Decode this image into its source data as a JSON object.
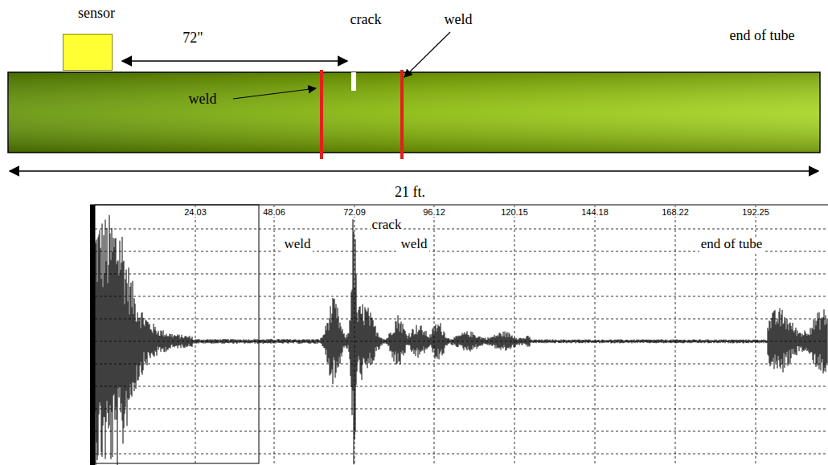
{
  "diagram": {
    "nodes": [
      {
        "text": [
          "sensor"
        ]
      }
    ],
    "labels": [
      "72\"",
      "crack",
      "weld",
      "weld",
      "end of tube",
      "21 ft.",
      "24.03",
      "48.06",
      "72.09",
      "96.12",
      "120.15",
      "144.18",
      "168.22",
      "192.25",
      "crack",
      "weld",
      "weld",
      "end of tube"
    ]
  }
}
